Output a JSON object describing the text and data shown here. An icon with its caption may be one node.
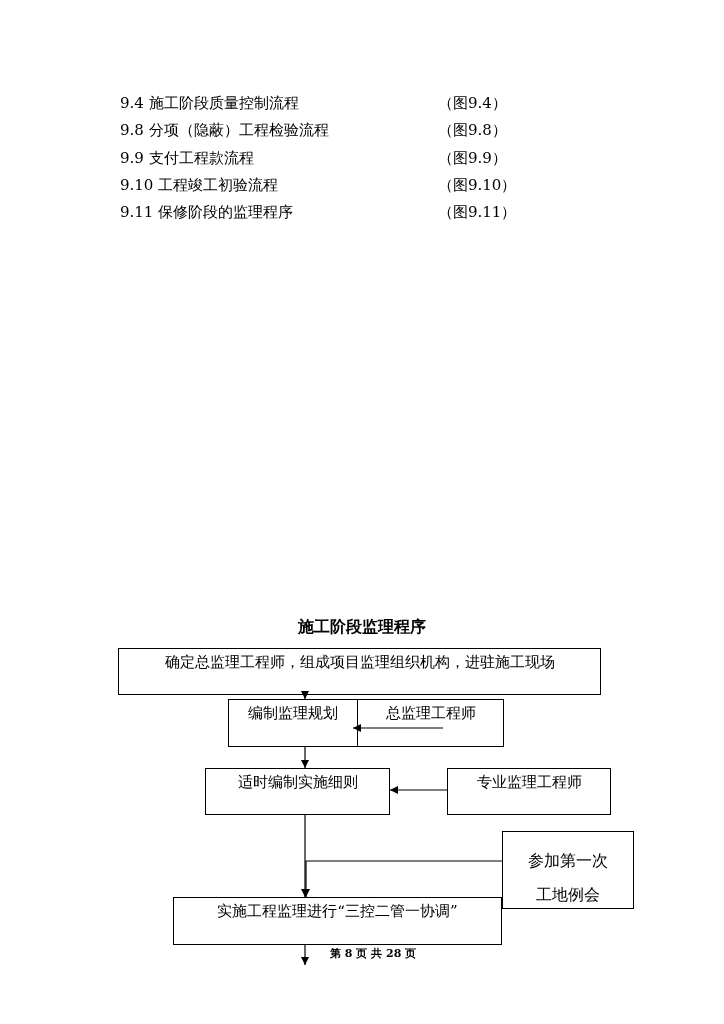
{
  "diagram": {
    "title": "施工阶段监理程序",
    "nodes": [
      {
        "text": [
          "确定总监理工程师，组成项目监理组织机构，进驻施工现场"
        ]
      },
      {
        "text": [
          "编制监理规划"
        ]
      },
      {
        "text": [
          "总监理工程师"
        ]
      },
      {
        "text": [
          "适时编制实施细则"
        ]
      },
      {
        "text": [
          "专业监理工程师"
        ]
      },
      {
        "text": [
          "参加第一次工地例会"
        ]
      },
      {
        "text": [
          "实施工程监理进行“三控二管一协调”"
        ]
      }
    ],
    "edges": [
      {
        "from": 0,
        "to": 1,
        "arrow": "to"
      },
      {
        "from": 2,
        "to": 1,
        "arrow": "to"
      },
      {
        "from": 1,
        "to": 3,
        "arrow": "to"
      },
      {
        "from": 4,
        "to": 3,
        "arrow": "to"
      },
      {
        "from": 3,
        "to": 6,
        "arrow": "to"
      },
      {
        "from": 5,
        "to": 6,
        "arrow": "to"
      },
      {
        "from": 6,
        "to": null,
        "arrow": "to"
      }
    ],
    "labels": [
      "9.4 施工阶段质量控制流程",
      "（图9.4）",
      "9.8 分项（隐蔽）工程检验流程",
      "（图9.8）",
      "9.9 支付工程款流程",
      "（图9.9）",
      "9.10 工程竣工初验流程",
      "（图9.10）",
      "9.11 保修阶段的监理程序",
      "（图9.11）",
      "第 8 页 共 28 页"
    ]
  }
}
